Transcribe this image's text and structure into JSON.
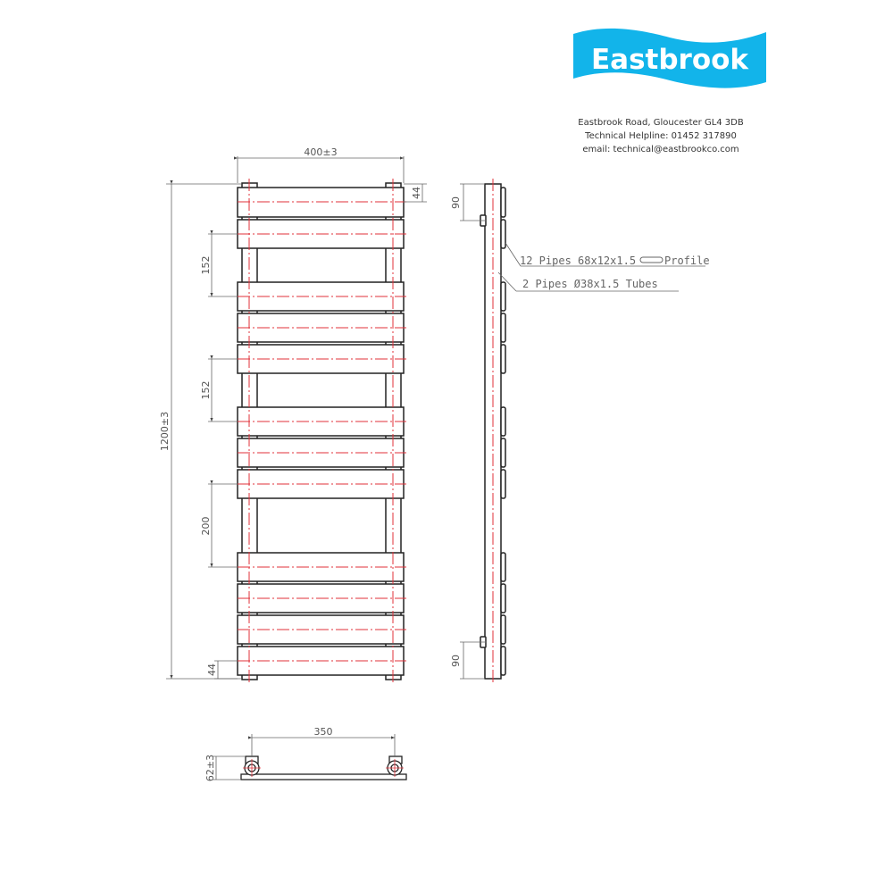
{
  "brand": {
    "name": "Eastbrook",
    "color": "#12b4ea",
    "address": "Eastbrook Road, Gloucester GL4 3DB",
    "helpline": "Technical Helpline: 01452 317890",
    "email": "email: technical@eastbrookco.com"
  },
  "front_view": {
    "width_label": "400±3",
    "height_label": "1200±3",
    "top_offset_label": "44",
    "bottom_offset_label": "44",
    "gap_labels": [
      "152",
      "152",
      "200"
    ],
    "bar_count": 12
  },
  "side_view": {
    "top_bracket_label": "90",
    "bottom_bracket_label": "90",
    "note_profile": "12 Pipes 68x12x1.5",
    "note_profile_suffix": "Profile",
    "note_tubes": "2 Pipes Ø38x1.5 Tubes"
  },
  "plan_view": {
    "centres_label": "350",
    "depth_label": "62±3"
  },
  "colors": {
    "line": "#222222",
    "centerline": "#e0313a",
    "dimension": "#666666"
  }
}
